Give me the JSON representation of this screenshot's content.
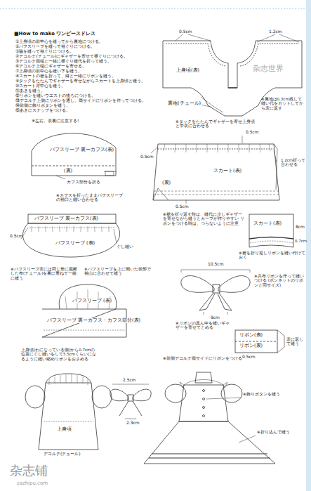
{
  "diagram": {
    "title": "■How to make ワンピースドレス",
    "nodes": [
      {
        "text": [
          "上身頃(表)",
          "裏地(チュール)"
        ]
      },
      {
        "text": [
          "パフスリーブ 裏ーカフス(表)",
          "(裏)"
        ]
      },
      {
        "text": [
          "パフスリーブ 裏ーカフス(表)",
          "パフスリーブ (表)"
        ]
      },
      {
        "text": [
          "パフスリーブ (表)",
          "パフスリーブ 裏ーカフス・カフス部分(表)"
        ]
      },
      {
        "text": [
          "スカート(表)",
          "(裏)"
        ]
      },
      {
        "text": [
          "スカート(表)"
        ]
      },
      {
        "text": [
          "リボン(表)",
          "リボン(裏)"
        ]
      },
      {
        "text": [
          "上身頃"
        ]
      }
    ],
    "labels": [
      "①上身頃の前中心を縫ってから裏地につける。",
      "②パフスリーブを縫って袖ぐりにつける。",
      "③脇を縫って袖ぐりにつける。",
      "④デコルテ(チュール)にギャザーを寄せて襟ぐりにつける。",
      "⑤デコルテ両端と一緒に襟ぐり縫代を折って縫う。",
      "⑥デコルテ上端にギャザーを寄せる。",
      "⑦上身頃の前中心を縫い下を縫う。",
      "⑧スカートの裾を折って、縁と一緒にリボンを縫う。",
      "⑨タックをたたんでギャザーを寄せながらスカートを上身頃と縫う。",
      "⑩スカート背中心を縫う。",
      "⑪あきを縫う。",
      "⑫リボンを縫いウエストの後ろにつける。",
      "⑬デコルテ上側にリボンを通し、両サイドにリボンを作ってつける。",
      "⑭前側に飾りボタンを縫う。",
      "⑮あきにスナップをつける。",
      "0.5cm",
      "1.2cm",
      "※裏地は0.3cm残して縫い代をカットしてから表に返す",
      "杂志世界",
      "※左右、表裏に注意する!",
      "カフス部分を折る",
      "※カフスを折ったままパフスリーブの袖口と縫い合わせる",
      "0.5cm",
      "ぐし縫い",
      "※パフスリーブを上に開いた状態で袖山に合わせて縫う",
      "※パフスリーブ表には同じ形に裁断した布(チュール)を裏に重ねて一緒に縫う",
      "※タックをたたんでギャザーを寄せ上身頃と中表に合わせる",
      "0.5cm",
      "0.5cm",
      "1.2cm折って合わせる",
      "0.5cm",
      "※裾を折り返す時は、縫代に少しギャザーを寄せながら縫うとカーブが作りやすい リボンをつける時は、つらないように注意",
      "8cm",
      "0.7cm",
      "※裾を折り返しリボンを縫い付けておく",
      "10.5cm",
      "※共布リボンを作って縫いつける (ボンネットのリボンと同サイズ)",
      "9cm",
      "※リボンの真ん中を縫いギャザーを寄せてとめる",
      "表に返して縫う",
      "0.5cm",
      "上身頃(わになっている側)から0.7cmの位置にぐし縫いをして5.5cmくらいになるように縫い縮めリボンをおさめる",
      "デコルテ(チュール)",
      "2.5cm",
      "2.3cm",
      "※前側デコルテ両サイドにリボンをつける",
      "※飾りボタンを縫う",
      "※折り込んで縫う",
      "杂志铺",
      "zazhipu.com"
    ]
  }
}
